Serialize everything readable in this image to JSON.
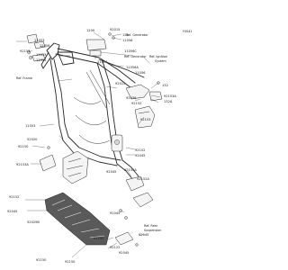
{
  "page_code": "F0041",
  "references": {
    "generator_1": "Ref. Generator",
    "generator_2": "Ref. Generator",
    "ignition_system_line1": "Ref. Ignition",
    "ignition_system_line2": "System",
    "frame": "Ref. Frame",
    "rear_suspension_line1": "Ref. Rear",
    "rear_suspension_line2": "Suspension"
  },
  "part_labels": {
    "p11053A": "11053",
    "p11056": "11056",
    "p92153_top": "92153",
    "p11053B": "11053",
    "p11054": "11054",
    "p1200": "1200",
    "p92015": "92015",
    "p120": "120",
    "p11056B": "11056",
    "p11056C": "11056C",
    "p11056A": "11056A",
    "p11054_right": "11054",
    "p11056_right": "11056",
    "p132_right": "132",
    "p92153A": "92153A",
    "p92015_mid": "92015",
    "p92039": "92039",
    "p132A": "132A",
    "p92152": "92152",
    "p92153_mid": "92153",
    "p11053_left": "11053",
    "p52020": "52020",
    "p92150": "92150",
    "p92153A_b": "92153A",
    "p92152_b": "92152",
    "p92045": "92045",
    "p92152A": "92152A",
    "p92152A_b": "92152A",
    "p92045_b": "92045",
    "p92152_c": "92152",
    "p92045_c": "92045",
    "p52029B": "52029B",
    "p92150_low": "92150",
    "p92150_low2": "92150",
    "p92150_low3": "92150",
    "p92045_low": "92045",
    "p92122": "92122",
    "p92045_low2": "92045",
    "p92045_low3": "92045"
  }
}
